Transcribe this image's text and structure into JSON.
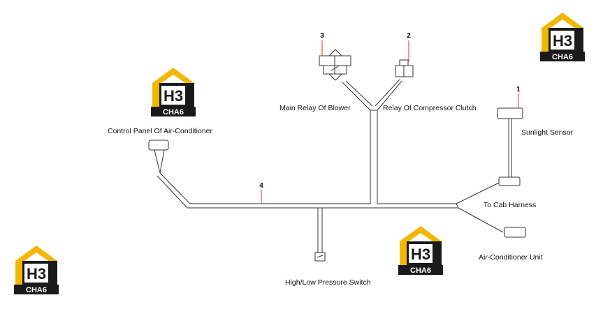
{
  "diagram": {
    "numbers": {
      "n1": "1",
      "n2": "2",
      "n3": "3",
      "n4": "4"
    },
    "labels": {
      "control_panel": "Control Panel Of Air-Conditioner",
      "main_relay": "Main Relay Of Blower",
      "compressor_relay": "Relay Of Compressor Clutch",
      "sunlight_sensor": "Sunlight Sensor",
      "cab_harness": "To Cab Harness",
      "ac_unit": "Air-Conditioner Unit",
      "pressure_switch": "High/Low Pressure Switch"
    }
  },
  "watermark": {
    "letters": "H3",
    "sub": "CHA6",
    "colors": {
      "gold": "#f2b705",
      "dark": "#1a1a1a",
      "white": "#ffffff"
    }
  }
}
